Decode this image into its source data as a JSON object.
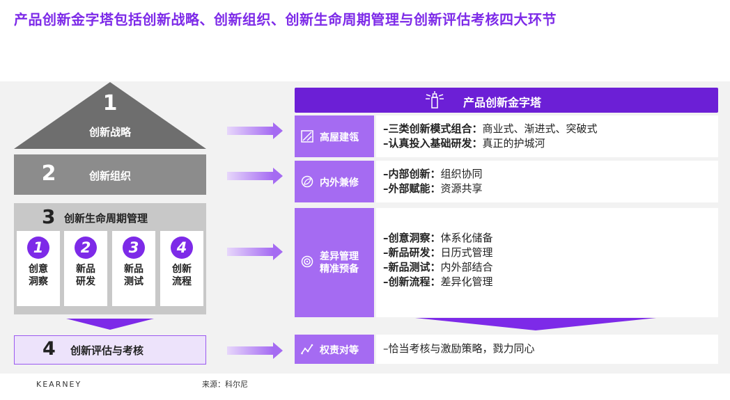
{
  "title": "产品创新金字塔包括创新战略、创新组织、创新生命周期管理与创新评估考核四大环节",
  "pyramid": {
    "level1": {
      "number": "1",
      "label": "创新战略"
    },
    "level2": {
      "number": "2",
      "label": "创新组织"
    },
    "level3": {
      "number": "3",
      "label": "创新生命周期管理",
      "cards": [
        {
          "number": "1",
          "line1": "创意",
          "line2": "洞察"
        },
        {
          "number": "2",
          "line1": "新品",
          "line2": "研发"
        },
        {
          "number": "3",
          "line1": "新品",
          "line2": "测试"
        },
        {
          "number": "4",
          "line1": "创新",
          "line2": "流程"
        }
      ]
    },
    "level4": {
      "number": "4",
      "label": "创新评估与考核"
    }
  },
  "header": {
    "label": "产品创新金字塔",
    "icon": "lighthouse-icon"
  },
  "rows": [
    {
      "tab": "高屋建瓴",
      "icon": "diagonal-box-icon",
      "lines": [
        {
          "bold": "–三类创新模式组合：",
          "text": "商业式、渐进式、突破式"
        },
        {
          "bold": "–认真投入基础研发：",
          "text": "真正的护城河"
        }
      ]
    },
    {
      "tab": "内外兼修",
      "icon": "leaf-icon",
      "lines": [
        {
          "bold": "–内部创新：",
          "text": "组织协同"
        },
        {
          "bold": "–外部赋能：",
          "text": "资源共享"
        }
      ]
    },
    {
      "tab1": "差异管理",
      "tab2": "精准预备",
      "icon": "target-icon",
      "lines": [
        {
          "bold": "–创意洞察：",
          "text": "体系化储备"
        },
        {
          "bold": "–新品研发：",
          "text": "日历式管理"
        },
        {
          "bold": "–新品测试：",
          "text": "内外部结合"
        },
        {
          "bold": "–创新流程：",
          "text": "差异化管理"
        }
      ]
    },
    {
      "tab": "权责对等",
      "icon": "trend-icon",
      "lines": [
        {
          "bold": "",
          "text": "–恰当考核与激励策略，戮力同心"
        }
      ]
    }
  ],
  "footer": {
    "brand": "KEARNEY",
    "source": "来源：科尔尼"
  },
  "colors": {
    "accent": "#7d2ae8",
    "header": "#6c1fd6",
    "tab": "#a56bf2",
    "dark_gray": "#6e6e6e",
    "mid_gray": "#8c8c8c"
  }
}
